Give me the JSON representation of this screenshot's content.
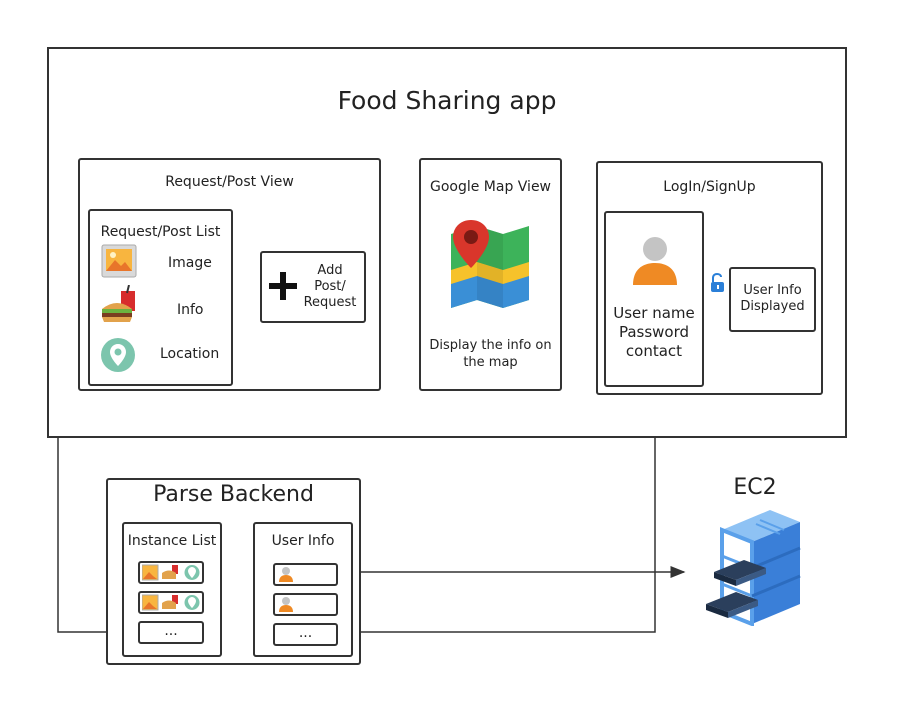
{
  "app": {
    "title": "Food Sharing app"
  },
  "request_post_view": {
    "title": "Request/Post View",
    "list": {
      "title": "Request/Post List",
      "items": [
        {
          "label": "Image",
          "icon": "image-icon"
        },
        {
          "label": "Info",
          "icon": "food-icon"
        },
        {
          "label": "Location",
          "icon": "location-pin-icon"
        }
      ]
    },
    "add_button": {
      "label": "Add Post/ Request",
      "lines": [
        "Add",
        "Post/",
        "Request"
      ],
      "icon": "plus-icon"
    }
  },
  "google_map_view": {
    "title": "Google Map View",
    "description": "Display the info on the map",
    "desc_lines": [
      "Display the info on",
      "the map"
    ],
    "icon": "map-icon"
  },
  "login_signup": {
    "title": "LogIn/SignUp",
    "fields": [
      "User name",
      "Password",
      "contact"
    ],
    "user_info_label": "User Info Displayed",
    "user_info_lines": [
      "User Info",
      "Displayed"
    ],
    "icons": [
      "user-avatar-icon",
      "unlock-icon"
    ]
  },
  "parse_backend": {
    "title": "Parse Backend",
    "instance_list": {
      "title": "Instance List",
      "more": "..."
    },
    "user_info": {
      "title": "User Info",
      "more": "..."
    }
  },
  "ec2": {
    "label": "EC2",
    "icon": "server-rack-icon"
  },
  "colors": {
    "border": "#333333",
    "map_red": "#d9362b",
    "map_green": "#3db35a",
    "map_yellow": "#f6c22b",
    "map_blue": "#3a8fd6",
    "teal": "#6fc3a6",
    "orange": "#e88a2a",
    "server_blue": "#3a7fd8"
  }
}
